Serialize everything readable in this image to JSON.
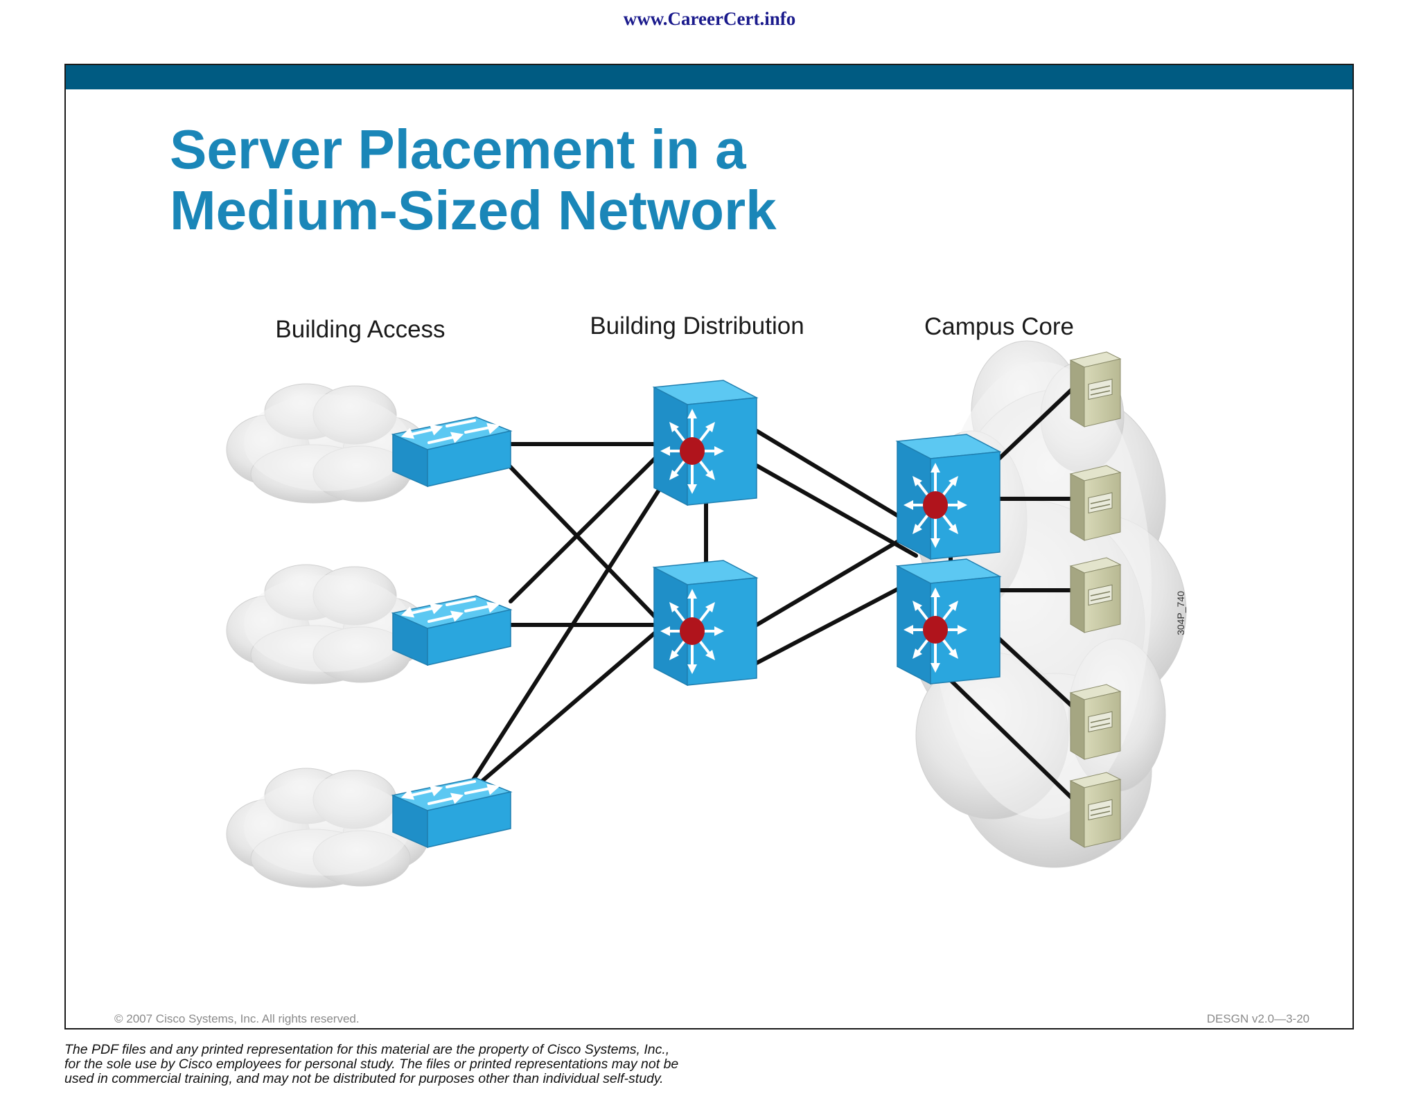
{
  "header": {
    "site_url": "www.CareerCert.info"
  },
  "slide": {
    "title_line1": "Server Placement in a",
    "title_line2": "Medium-Sized Network",
    "layers": {
      "access": "Building Access",
      "distribution": "Building Distribution",
      "core": "Campus Core"
    },
    "figure_id": "304P_740",
    "copyright": "© 2007 Cisco Systems, Inc. All rights reserved.",
    "course_id": "DESGN v2.0—3-20"
  },
  "footer": {
    "line1": "The PDF files and any printed representation for this material are the property of Cisco Systems, Inc.,",
    "line2": "for the sole use by Cisco employees for personal study. The files or printed representations may not be",
    "line3": "used in commercial training, and may not be distributed for purposes other than individual self-study."
  },
  "colors": {
    "header_bar": "#005b82",
    "title": "#1a86b8",
    "device_blue": "#2aa6de",
    "router_core": "#b0141c",
    "server": "#c9caa6",
    "link": "#111111"
  },
  "icons": {
    "cloud": "cloud-icon",
    "workgroup_switch": "workgroup-switch-icon",
    "multilayer_switch": "multilayer-switch-icon",
    "server": "server-icon"
  }
}
